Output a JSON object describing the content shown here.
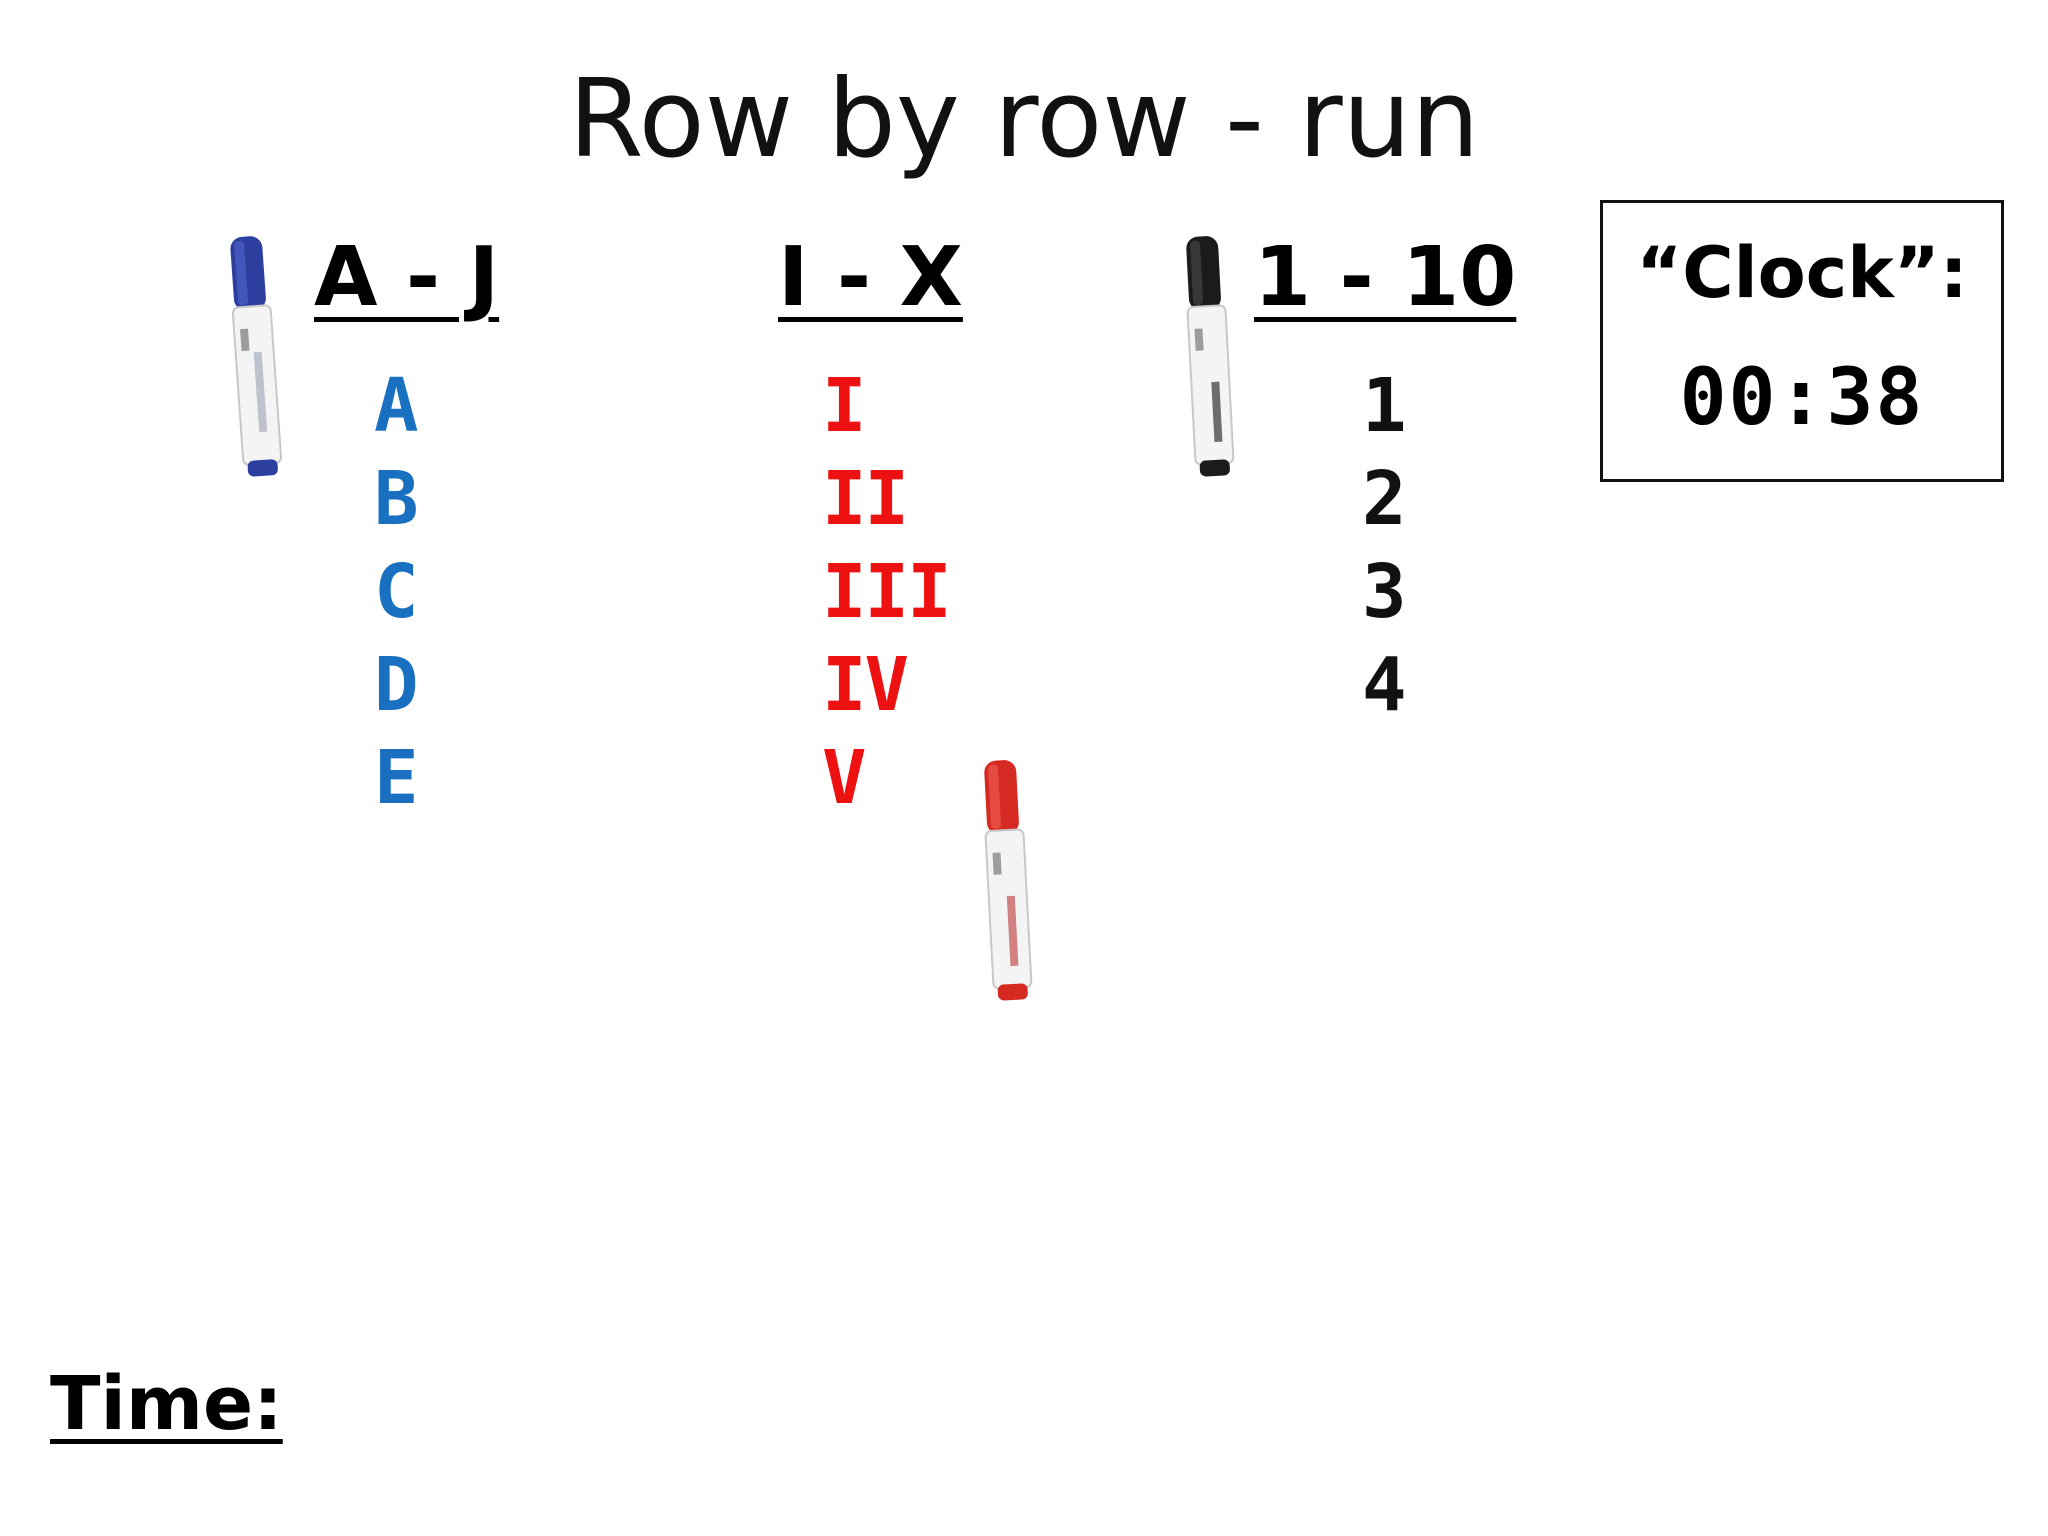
{
  "slide": {
    "title": "Row by row - run"
  },
  "colors": {
    "blue": "#1a70c0",
    "red": "#ee1111",
    "black": "#111111",
    "marker_blue": "#2c3f9e",
    "marker_red": "#d42a22",
    "marker_black": "#1b1b1b"
  },
  "columns": [
    {
      "header": "A - J",
      "color": "#1a70c0",
      "items": [
        "A",
        "B",
        "C",
        "D",
        "E"
      ]
    },
    {
      "header": "I - X",
      "color": "#ee1111",
      "items": [
        "I",
        "II",
        "III",
        "IV",
        "V"
      ]
    },
    {
      "header": "1 - 10",
      "color": "#111111",
      "items": [
        "1",
        "2",
        "3",
        "4"
      ]
    }
  ],
  "clock": {
    "label": "“Clock”:",
    "value": "00:38"
  },
  "time": {
    "label": "Time:"
  },
  "icons": {
    "marker_blue": "whiteboard-marker-blue-icon",
    "marker_black": "whiteboard-marker-black-icon",
    "marker_red": "whiteboard-marker-red-icon"
  }
}
